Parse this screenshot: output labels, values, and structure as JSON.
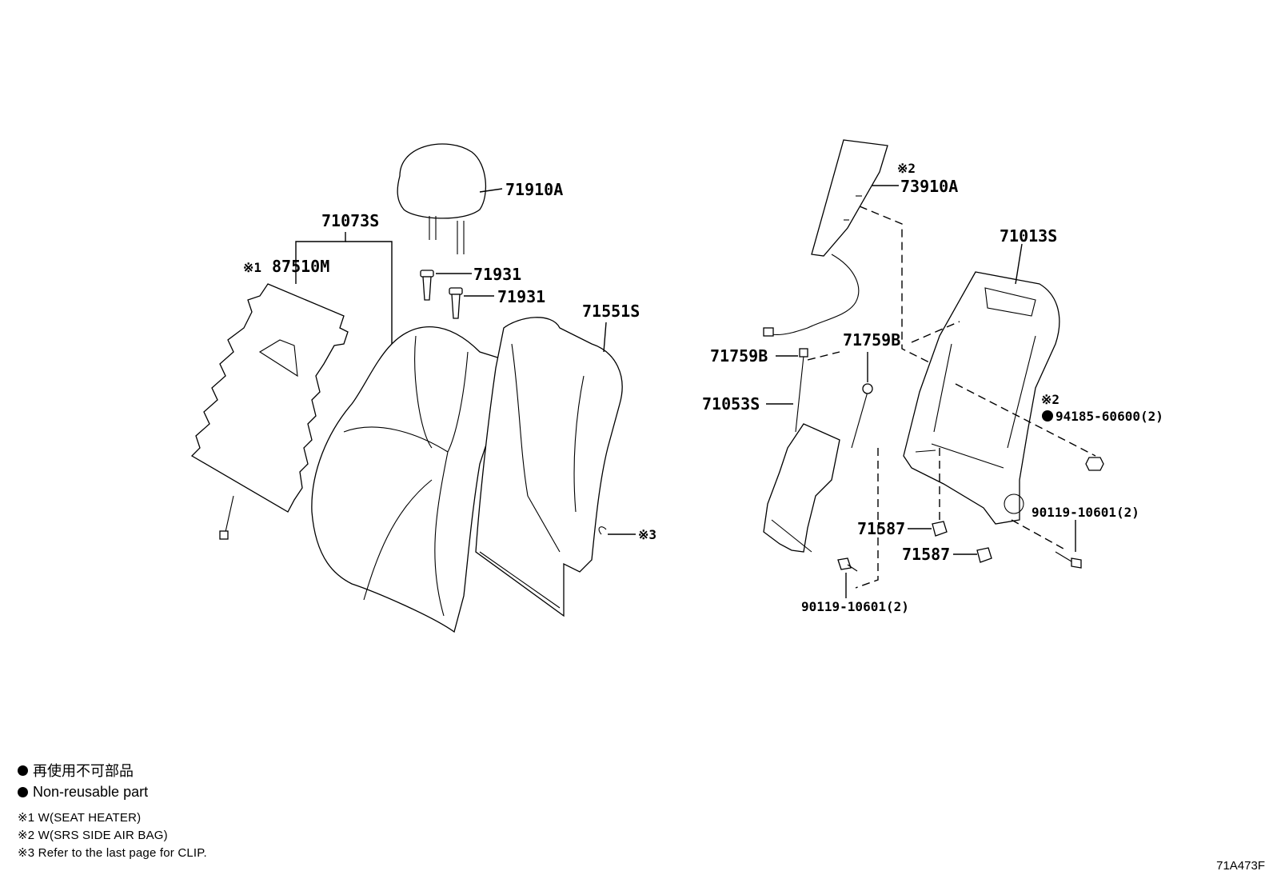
{
  "parts": {
    "p71910A": "71910A",
    "p71073S": "71073S",
    "p87510M_mark": "※1",
    "p87510M": "87510M",
    "p71931_a": "71931",
    "p71931_b": "71931",
    "p71551S": "71551S",
    "note3_ref": "※3",
    "p73910A_mark": "※2",
    "p73910A": "73910A",
    "p71013S": "71013S",
    "p71759B_left": "71759B",
    "p71759B_right": "71759B",
    "p71053S": "71053S",
    "p94185_mark": "※2",
    "p94185": "94185-60600(2)",
    "p90119_right": "90119-10601(2)",
    "p71587_a": "71587",
    "p71587_b": "71587",
    "p90119_bottom": "90119-10601(2)"
  },
  "legend": {
    "line1": "再使用不可部品",
    "line2": "Non-reusable part",
    "note1": "※1 W(SEAT HEATER)",
    "note2": "※2 W(SRS SIDE AIR BAG)",
    "note3": "※3 Refer to the last page for CLIP."
  },
  "diagram_code": "71A473F"
}
